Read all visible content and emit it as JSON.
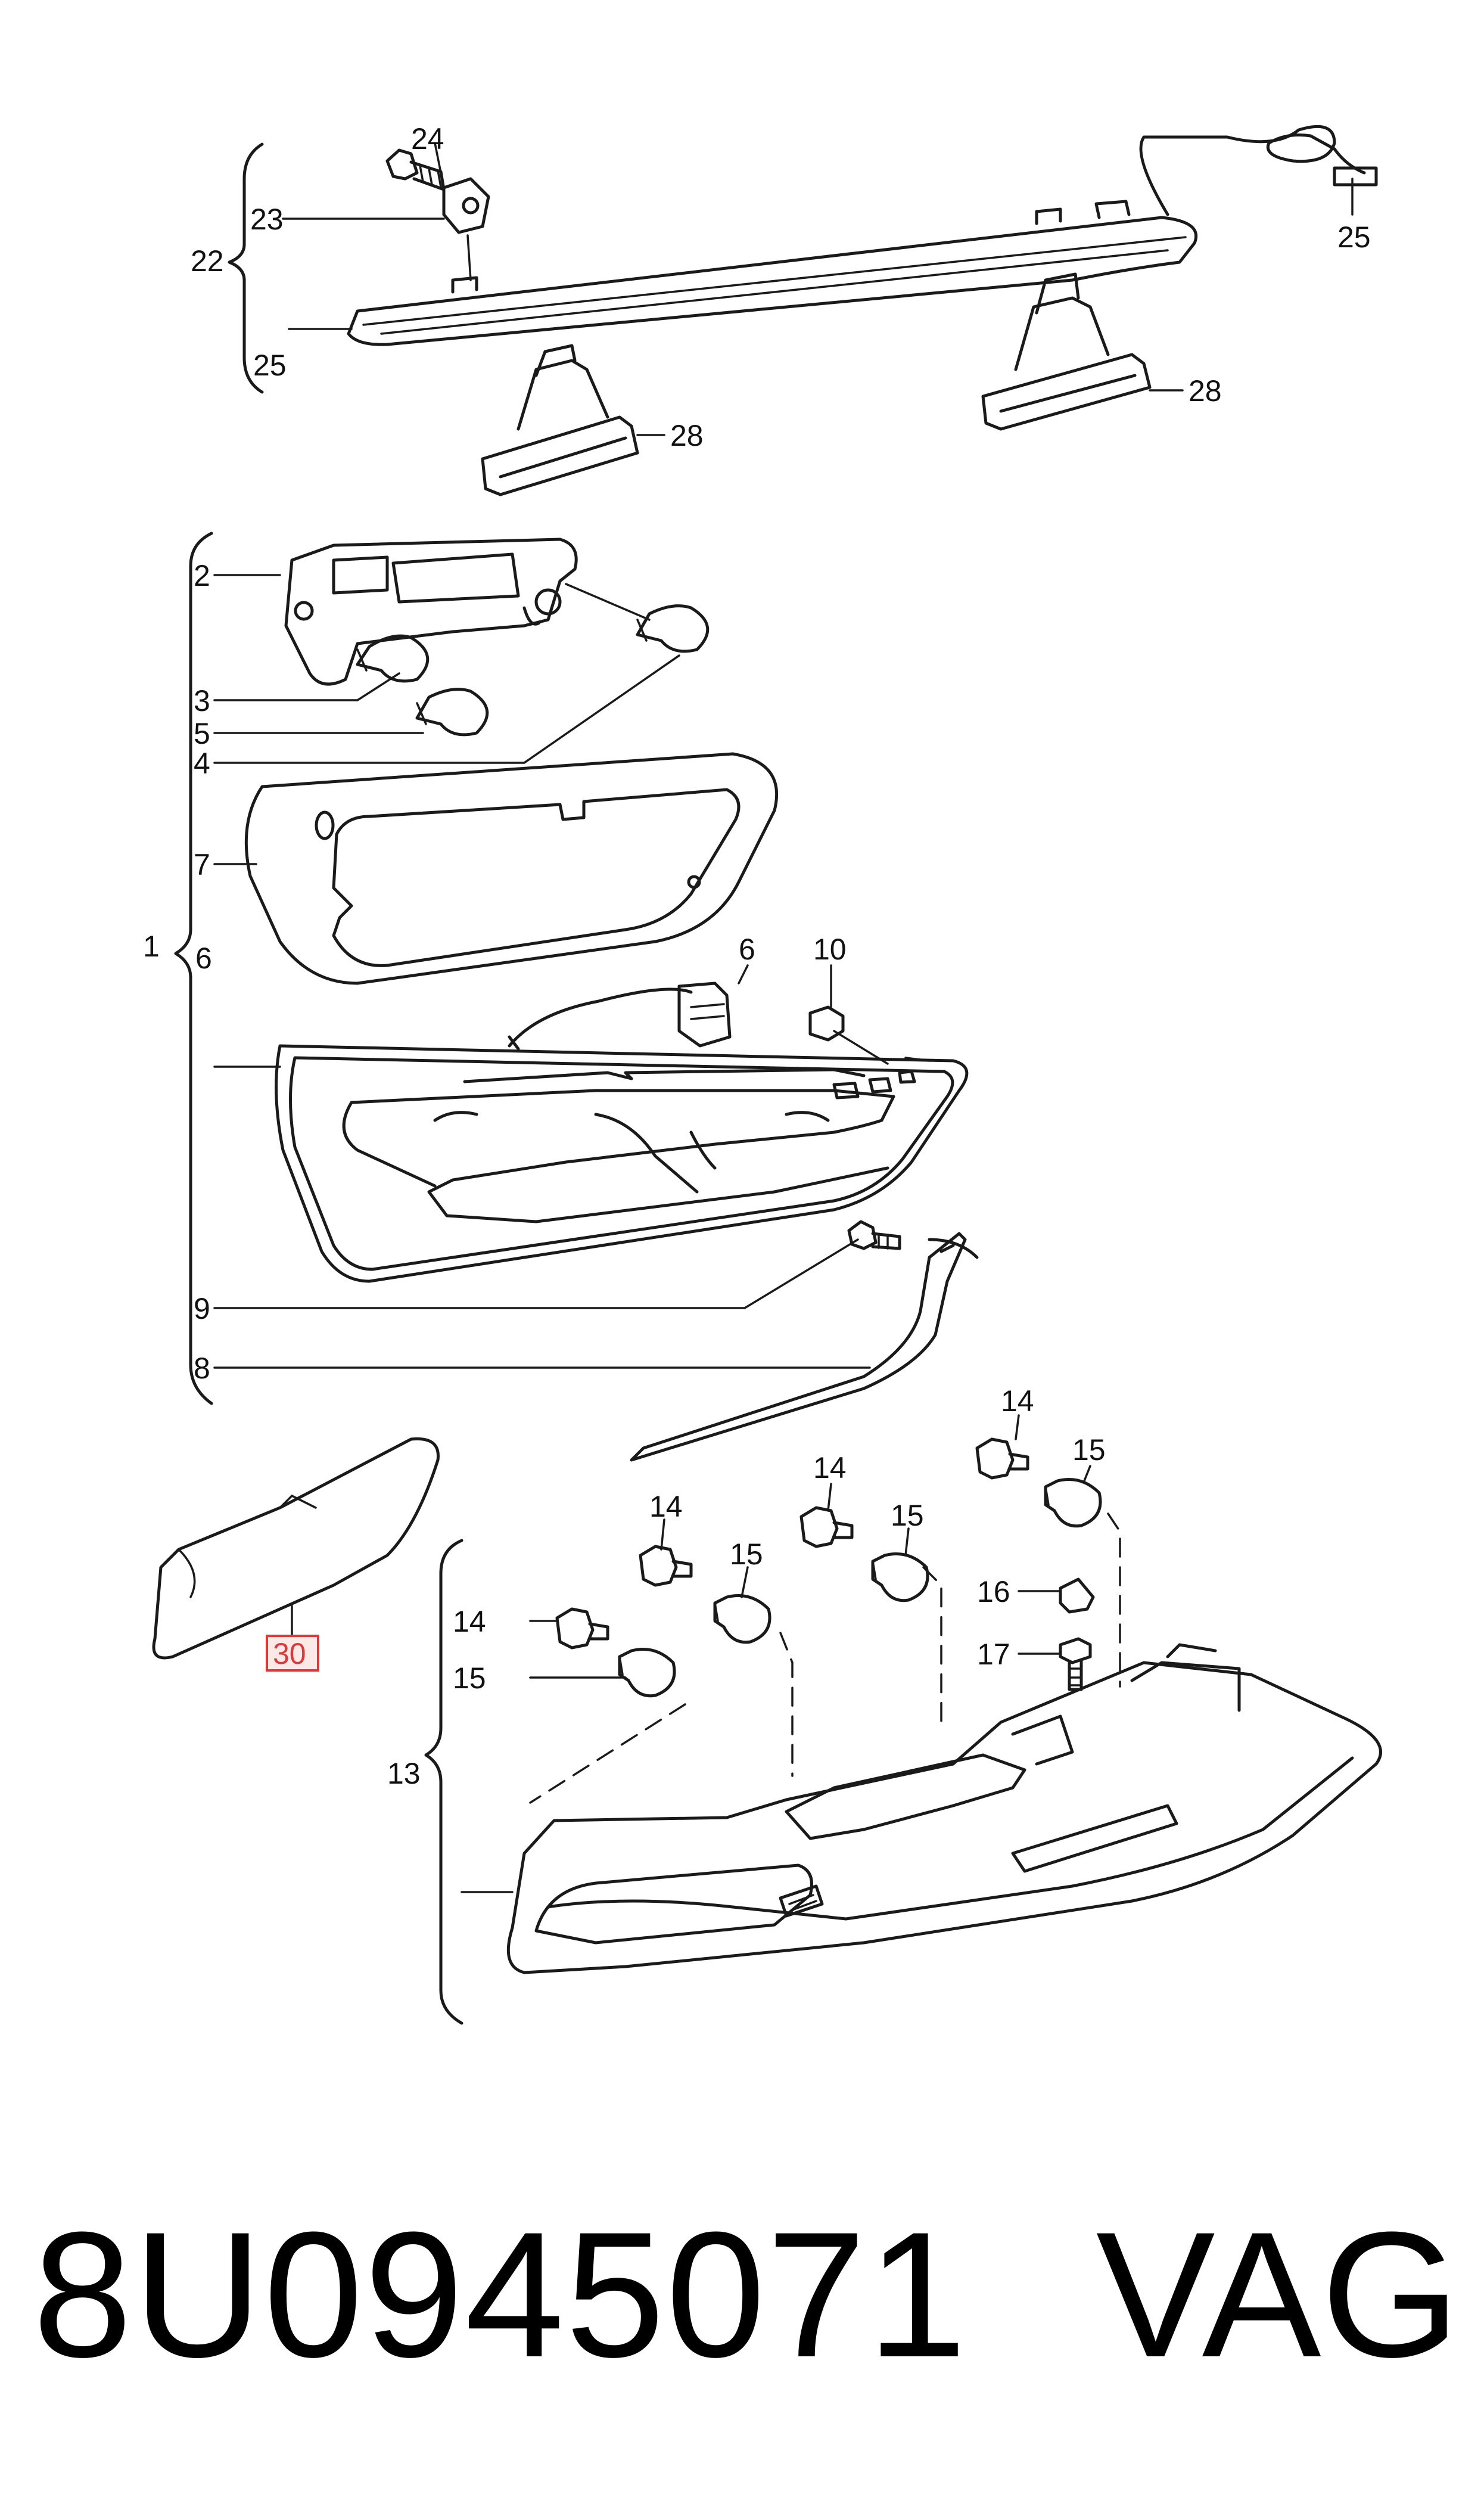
{
  "diagram": {
    "callouts": [
      "22",
      "23",
      "24",
      "25",
      "25",
      "28",
      "28",
      "1",
      "2",
      "3",
      "4",
      "5",
      "6",
      "6",
      "7",
      "8",
      "9",
      "10",
      "13",
      "14",
      "14",
      "14",
      "14",
      "15",
      "15",
      "15",
      "15",
      "16",
      "17",
      "30"
    ],
    "highlighted_callout": "30",
    "highlight_color": "#d93a3a"
  },
  "footer": {
    "part_number": "8U0945071",
    "brand": "VAG"
  }
}
